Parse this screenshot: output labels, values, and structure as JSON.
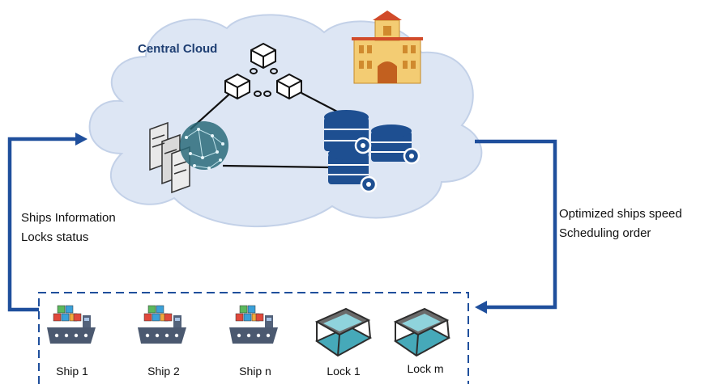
{
  "cloud": {
    "title": "Central Cloud"
  },
  "left_labels": [
    "Ships Information",
    "Locks status"
  ],
  "right_labels": [
    "Optimized ships speed",
    "Scheduling order"
  ],
  "nodes": [
    {
      "label": "Ship 1",
      "icon": "cargo-ship-icon"
    },
    {
      "label": "Ship 2",
      "icon": "cargo-ship-icon"
    },
    {
      "label": "Ship n",
      "icon": "cargo-ship-icon"
    },
    {
      "label": "Lock 1",
      "icon": "canal-lock-icon"
    },
    {
      "label": "Lock m",
      "icon": "canal-lock-icon"
    }
  ],
  "icons": {
    "cloud": "cloud-shape",
    "blockchain": "blockchain-icon",
    "ai_server": "ai-server-icon",
    "database": "database-cluster-icon",
    "building": "government-building-icon"
  },
  "colors": {
    "cloud_fill": "#dde6f4",
    "cloud_stroke": "#c3d1e8",
    "arrow": "#1f4f9c",
    "database": "#1e4f91",
    "building": "#f3cc73"
  }
}
